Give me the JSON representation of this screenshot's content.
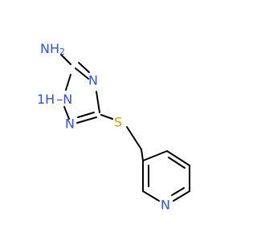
{
  "molecule": {
    "atoms": {
      "amine": "NH2",
      "amine_n": "N",
      "amine_h2": "H",
      "nh": "1H",
      "nh_n": "N",
      "n2": "N",
      "n4": "N",
      "sulfur": "S",
      "pyridine_n": "N"
    },
    "colors": {
      "bond": "#000000",
      "nitrogen": "#3050F8",
      "sulfur": "#C8A000",
      "background": "#ffffff"
    }
  }
}
